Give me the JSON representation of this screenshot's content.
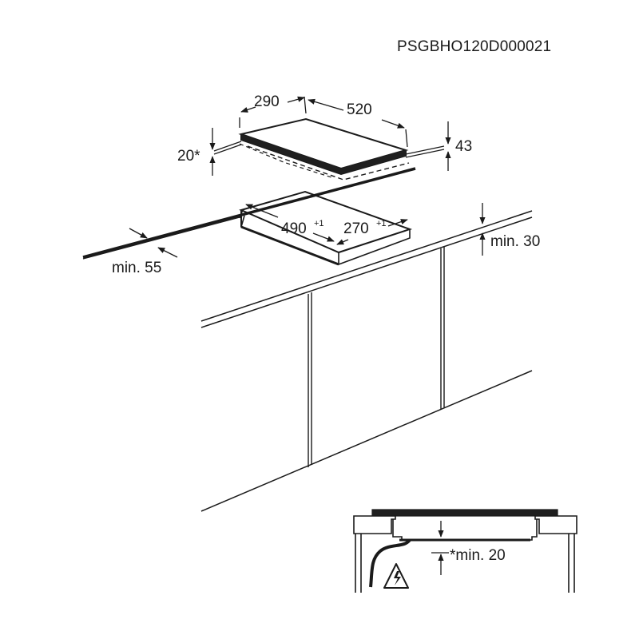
{
  "document_code": "PSGBHO120D000021",
  "dimensions": {
    "hob_depth": "290",
    "hob_width": "520",
    "hob_height": "43",
    "under_clearance": "20*",
    "cutout_width": "490",
    "cutout_width_tolerance": "+1",
    "cutout_depth": "270",
    "cutout_depth_tolerance": "+1",
    "rear_clearance": "min. 30",
    "front_clearance": "min. 55",
    "inset_clearance": "*min. 20"
  },
  "icons": {
    "electrical_hazard": "electric-shock-warning-icon"
  },
  "colors": {
    "line": "#1a1a1a",
    "hob_glass": "#1f1f1f"
  }
}
